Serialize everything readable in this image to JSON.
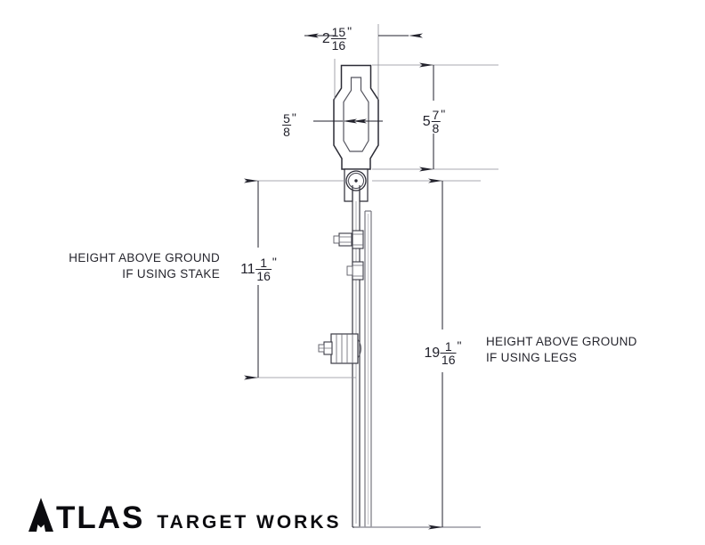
{
  "drawing": {
    "title": "ATLAS TARGET WORKS",
    "type": "technical-dimension-drawing",
    "units": "inches",
    "line_color": "#3a3a44",
    "dim_color": "#22222c",
    "logo_color": "#0b0b0f"
  },
  "dimensions": {
    "target_width": {
      "whole": "2",
      "numerator": "15",
      "denominator": "16",
      "unit": "\"",
      "label": "target width"
    },
    "center_width": {
      "whole": "",
      "numerator": "5",
      "denominator": "8",
      "unit": "\"",
      "label": "center zone offset"
    },
    "target_height": {
      "whole": "5",
      "numerator": "7",
      "denominator": "8",
      "unit": "\"",
      "label": "target height"
    },
    "stake_height": {
      "whole": "11",
      "numerator": "1",
      "denominator": "16",
      "unit": "\"",
      "label": "height above ground if using stake"
    },
    "legs_height": {
      "whole": "19",
      "numerator": "1",
      "denominator": "16",
      "unit": "\"",
      "label": "height above ground if using legs"
    }
  },
  "notes": {
    "stake": {
      "line1": "HEIGHT ABOVE GROUND",
      "line2": "IF USING STAKE"
    },
    "legs": {
      "line1": "HEIGHT ABOVE GROUND",
      "line2": "IF USING LEGS"
    }
  },
  "logo": {
    "mark": "atlas-mountain-icon",
    "word": "TLAS",
    "subword": "TARGET WORKS"
  }
}
